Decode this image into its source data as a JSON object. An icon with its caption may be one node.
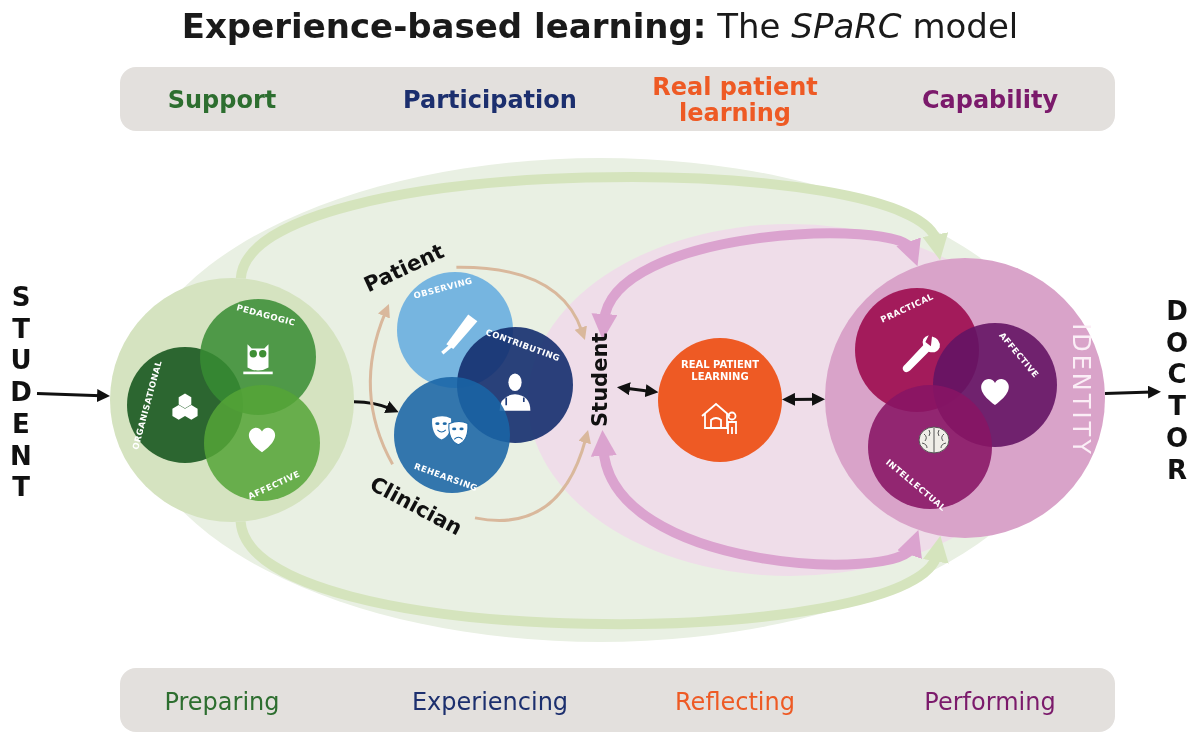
{
  "diagram": {
    "title": "**Experience-based learning:** The *SPaRC* model",
    "nodes": [
      {
        "text": [
          "STUDENT"
        ]
      },
      {
        "text": [],
        "shape": "circle"
      },
      {
        "text": [
          "ORGANISATIONAL"
        ],
        "in": 1
      },
      {
        "text": [
          "PEDAGOGIC"
        ],
        "in": 1
      },
      {
        "text": [
          "AFFECTIVE"
        ],
        "in": 1
      },
      {
        "text": [
          "Patient"
        ]
      },
      {
        "text": [
          "Clinician"
        ]
      },
      {
        "text": [
          "OBSERVING"
        ]
      },
      {
        "text": [
          "CONTRIBUTING"
        ]
      },
      {
        "text": [
          "REHEARSING"
        ]
      },
      {
        "text": [
          "Student"
        ]
      },
      {
        "text": [
          "REAL PATIENT LEARNING"
        ]
      },
      {
        "text": [
          "IDENTITY"
        ]
      },
      {
        "text": [
          "PRACTICAL"
        ],
        "in": 12
      },
      {
        "text": [
          "AFFECTIVE"
        ],
        "in": 12
      },
      {
        "text": [
          "INTELLECTUAL"
        ],
        "in": 12
      },
      {
        "text": [
          "DOCTOR"
        ]
      }
    ],
    "edges": [
      {
        "from": 0,
        "to": 1,
        "arrow": "to"
      },
      {
        "from": 1,
        "to": 9,
        "arrow": "to"
      },
      {
        "from": 6,
        "to": 5,
        "arrow": "to",
        "color": "#d9b89c"
      },
      {
        "from": 5,
        "to": 10,
        "arrow": "to",
        "color": "#d9b89c"
      },
      {
        "from": 6,
        "to": 10,
        "arrow": "to",
        "color": "#d9b89c"
      },
      {
        "from": 10,
        "to": 11,
        "arrow": "both"
      },
      {
        "from": 11,
        "to": 12,
        "arrow": "both"
      },
      {
        "from": 12,
        "to": 16,
        "arrow": "to"
      },
      {
        "from": 1,
        "to": 12,
        "arrow": "to",
        "style": "thick",
        "color": "#d5e4bd"
      },
      {
        "from": 1,
        "to": 12,
        "arrow": "to",
        "style": "thick",
        "color": "#d5e4bd"
      },
      {
        "from": 10,
        "to": 12,
        "arrow": "both",
        "style": "thick",
        "color": "#dba3cf"
      },
      {
        "from": 10,
        "to": 12,
        "arrow": "both",
        "style": "thick",
        "color": "#dba3cf"
      }
    ],
    "labels": [
      "Support",
      "Participation",
      "Real patient learning",
      "Capability",
      "Preparing",
      "Experiencing",
      "Reflecting",
      "Performing"
    ]
  }
}
